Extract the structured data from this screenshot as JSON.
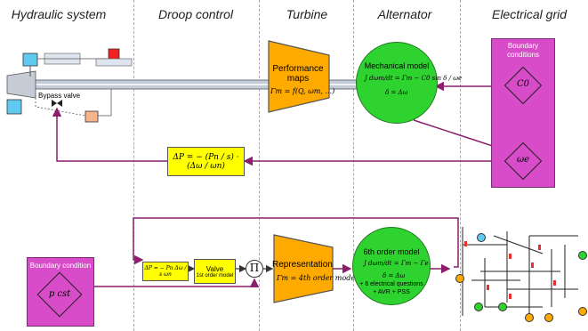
{
  "columns": {
    "hydraulic": "Hydraulic system",
    "droop": "Droop control",
    "turbine": "Turbine",
    "alternator": "Alternator",
    "grid": "Electrical grid"
  },
  "top": {
    "bypass_label": "Bypass valve",
    "turbine_title": "Performance maps",
    "turbine_eq": "Γm = f(Q, ωm, ...)",
    "alt_title": "Mechanical model",
    "alt_eq1": "J dωm/dt = Γm − C0 sin δ / ωe",
    "alt_eq2": "δ̇ = Δω",
    "boundary_title": "Boundary conditions",
    "boundary_c0": "C0",
    "boundary_we": "ωe",
    "droop_eq": "ΔP = − (Pn / s) · (Δω / ωn)"
  },
  "bottom": {
    "boundary_title": "Boundary condition",
    "boundary_val": "p cst",
    "droop_eq": "ΔP = − Pn Δω / s ωn",
    "valve_title": "Valve",
    "valve_sub": "1st order model",
    "pi": "Π",
    "turbine_title": "Representation",
    "turbine_eq": "Γm = 4th order model",
    "alt_title": "6th order model",
    "alt_eq1": "J dωm/dt = Γm − Γe",
    "alt_eq2": "δ̇ = Δω",
    "alt_note1": "+ 6 electrical questions",
    "alt_note2": "+ AVR + PSS"
  },
  "colors": {
    "yellow": "#ffff00",
    "orange": "#ffaa00",
    "green": "#2fd32f",
    "magenta": "#d84bc9",
    "arrow": "#8b1f6e"
  }
}
